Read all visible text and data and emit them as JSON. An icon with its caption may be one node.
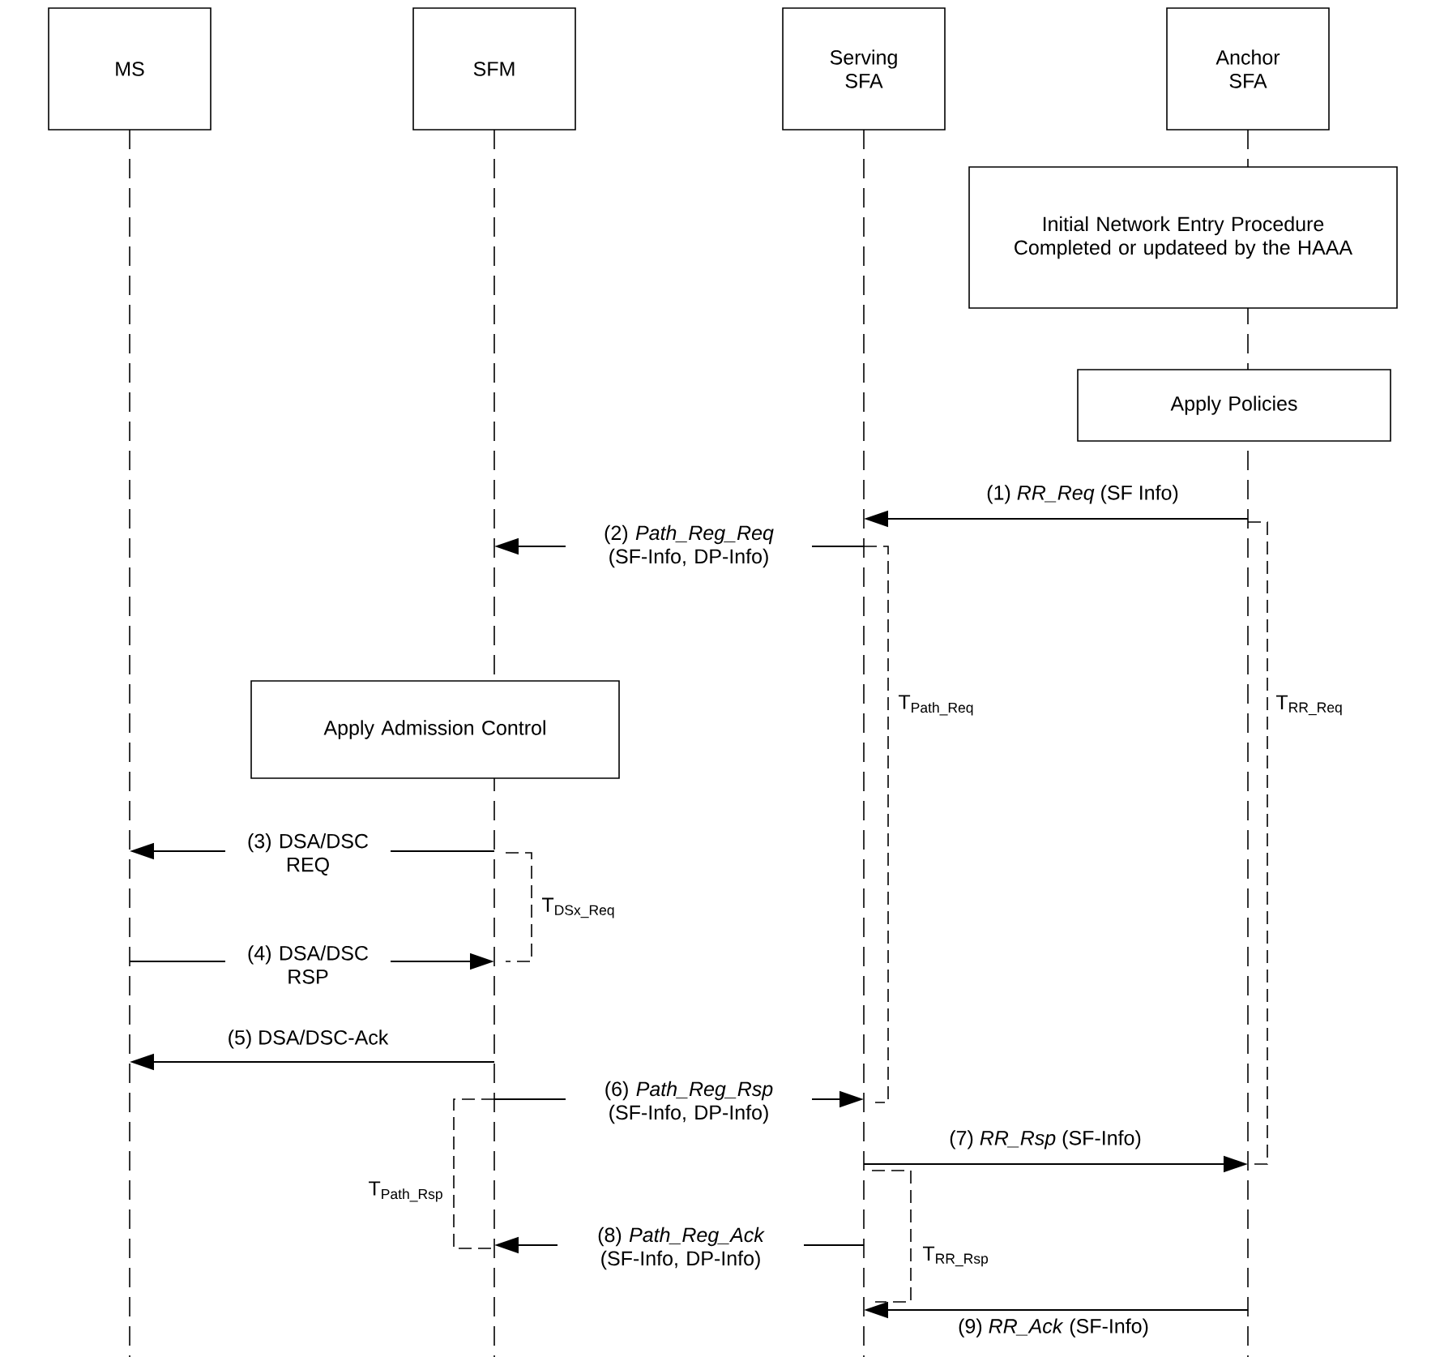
{
  "diagram": {
    "nodes": [
      {
        "text": [
          "MS"
        ]
      },
      {
        "text": [
          "SFM"
        ]
      },
      {
        "text": [
          "Serving SFA"
        ]
      },
      {
        "text": [
          "Anchor SFA"
        ]
      },
      {
        "text": [
          "Initial Network Entry Procedure Completed or updateed by the HAAA"
        ]
      },
      {
        "text": [
          "Apply Policies"
        ]
      },
      {
        "text": [
          "Apply Admission Control"
        ]
      }
    ],
    "edges": [
      {
        "from": 3,
        "to": 2,
        "arrow": "to",
        "label": "(1) *RR_Req* (SF Info)"
      },
      {
        "from": 2,
        "to": 1,
        "arrow": "to",
        "label": "(2) *Path_Reg_Req* (SF-Info, DP-Info)"
      },
      {
        "from": 1,
        "to": 0,
        "arrow": "to",
        "label": "(3) DSA/DSC REQ"
      },
      {
        "from": 0,
        "to": 1,
        "arrow": "to",
        "label": "(4) DSA/DSC RSP"
      },
      {
        "from": 1,
        "to": 0,
        "arrow": "to",
        "label": "(5) DSA/DSC-Ack"
      },
      {
        "from": 1,
        "to": 2,
        "arrow": "to",
        "label": "(6) *Path_Reg_Rsp* (SF-Info, DP-Info)"
      },
      {
        "from": 2,
        "to": 3,
        "arrow": "to",
        "label": "(7) *RR_Rsp* (SF-Info)"
      },
      {
        "from": 2,
        "to": 1,
        "arrow": "to",
        "label": "(8) *Path_Reg_Ack* (SF-Info, DP-Info)"
      },
      {
        "from": 3,
        "to": 2,
        "arrow": "to",
        "label": "(9) *RR_Ack* (SF-Info)"
      }
    ],
    "labels": [
      "T$_{Path_Req}$",
      "T$_{RR_Req}$",
      "T$_{DSx_Req}$",
      "T$_{Path_Rsp}$",
      "T$_{RR_Rsp}$"
    ]
  }
}
